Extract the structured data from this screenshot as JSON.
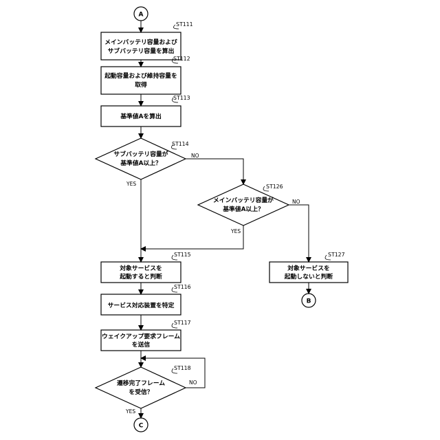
{
  "connectors": {
    "start": "A",
    "end_yes": "C",
    "end_no": "B"
  },
  "steps": {
    "st111": {
      "label": "ST111",
      "lines": [
        "メインバッテリ容量および",
        "サブバッテリ容量を算出"
      ]
    },
    "st112": {
      "label": "ST112",
      "lines": [
        "起動容量および維持容量を",
        "取得"
      ]
    },
    "st113": {
      "label": "ST113",
      "lines": [
        "基準値Aを算出"
      ]
    },
    "st114": {
      "label": "ST114",
      "lines": [
        "サブバッテリ容量が",
        "基準値A以上？"
      ]
    },
    "st126": {
      "label": "ST126",
      "lines": [
        "メインバッテリ容量が",
        "基準値A以上？"
      ]
    },
    "st115": {
      "label": "ST115",
      "lines": [
        "対象サービスを",
        "起動すると判断"
      ]
    },
    "st127": {
      "label": "ST127",
      "lines": [
        "対象サービスを",
        "起動しないと判断"
      ]
    },
    "st116": {
      "label": "ST116",
      "lines": [
        "サービス対応装置を特定"
      ]
    },
    "st117": {
      "label": "ST117",
      "lines": [
        "ウェイクアップ要求フレーム",
        "を送信"
      ]
    },
    "st118": {
      "label": "ST118",
      "lines": [
        "遷移完了フレーム",
        "を受信？"
      ]
    }
  },
  "branches": {
    "st114_yes": "YES",
    "st114_no": "NO",
    "st126_yes": "YES",
    "st126_no": "NO",
    "st118_yes": "YES",
    "st118_no": "NO"
  }
}
